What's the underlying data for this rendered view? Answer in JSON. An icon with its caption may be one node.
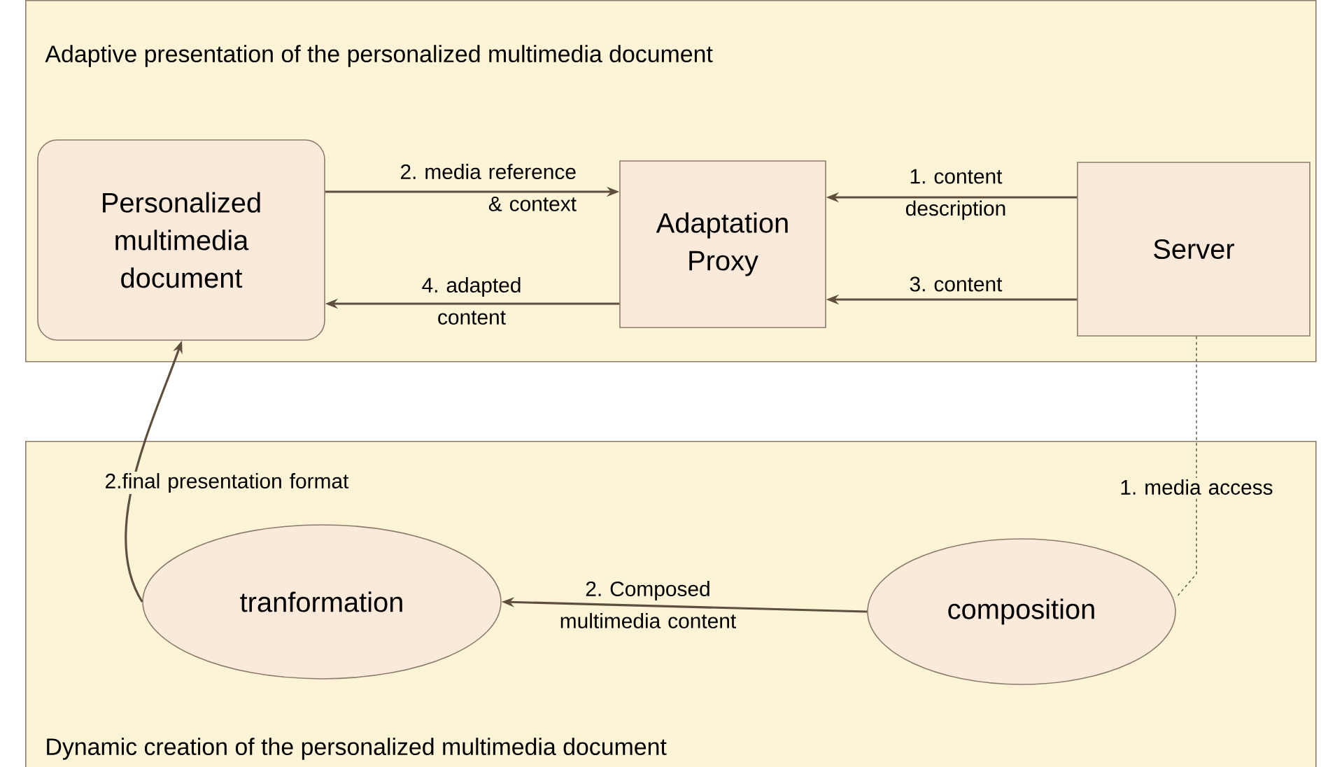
{
  "diagram": {
    "nodes": [
      {
        "text": [
          "Adaptive presentation of the personalized multimedia document"
        ]
      },
      {
        "text": [
          "Personalized multimedia document"
        ],
        "in": 0
      },
      {
        "text": [
          "Adaptation Proxy"
        ],
        "in": 0
      },
      {
        "text": [
          "Server"
        ],
        "in": 0
      },
      {
        "text": [
          "Dynamic creation of the personalized multimedia document"
        ]
      },
      {
        "text": [
          "tranformation"
        ],
        "in": 4
      },
      {
        "text": [
          "composition"
        ],
        "in": 4
      }
    ],
    "edges": [
      {
        "from": 1,
        "to": 2,
        "arrow": "to",
        "label": "2. media reference & context"
      },
      {
        "from": 3,
        "to": 2,
        "arrow": "to",
        "label": "1. content description"
      },
      {
        "from": 3,
        "to": 2,
        "arrow": "to",
        "label": "3. content"
      },
      {
        "from": 2,
        "to": 1,
        "arrow": "to",
        "label": "4. adapted content"
      },
      {
        "from": 3,
        "to": 6,
        "arrow": "none",
        "label": "1. media access",
        "style": "dashed"
      },
      {
        "from": 6,
        "to": 5,
        "arrow": "to",
        "label": "2. Composed multimedia content"
      },
      {
        "from": 5,
        "to": 1,
        "arrow": "to",
        "label": "2.final presentation format"
      }
    ]
  }
}
